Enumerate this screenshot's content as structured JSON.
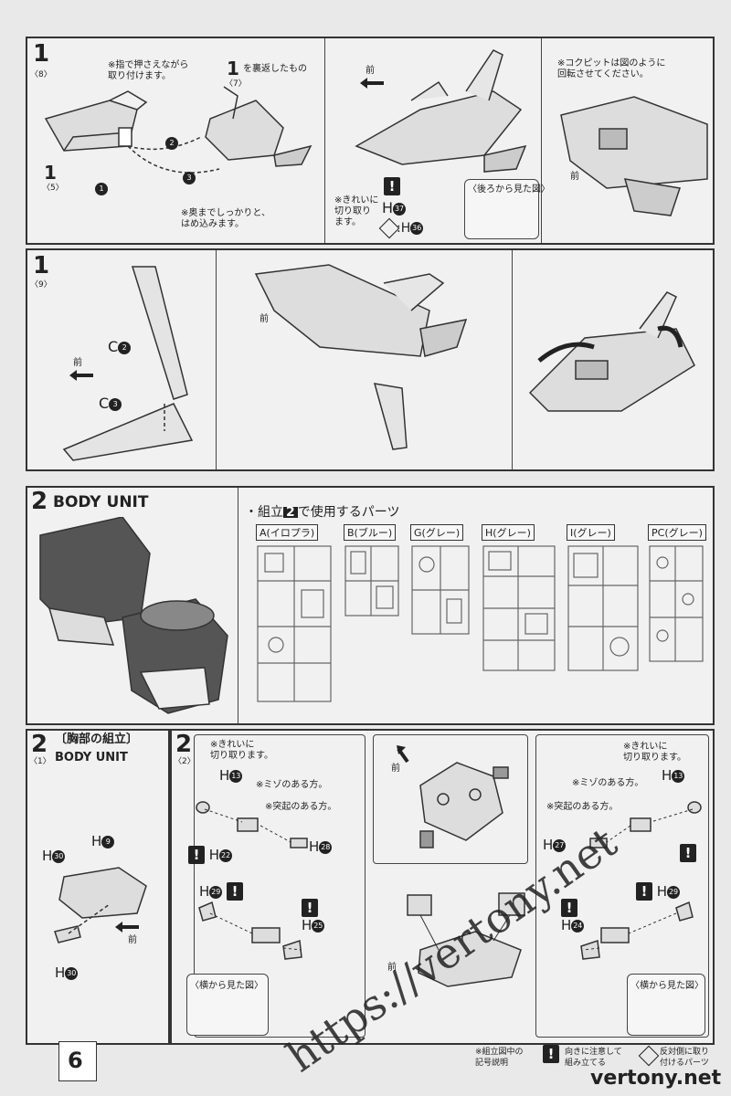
{
  "step1a": {
    "num": "1",
    "sub": "〈8〉",
    "note_hold": "※指で押さえながら\n取り付けます。",
    "ref_num": "1",
    "ref_sub": "〈7〉",
    "ref_text": "を裏返したもの",
    "left_num": "1",
    "left_sub": "〈5〉",
    "seq": [
      "1",
      "2",
      "3"
    ],
    "note_push": "※奥までしっかりと、\nはめ込みます。",
    "mae": "前",
    "note_cut": "※きれいに\n切り取り\nます。",
    "part_h37": "H",
    "part_h37_num": "37",
    "part_h36": ":H",
    "part_h36_num": "36",
    "rear_view": "〈後ろから見た図〉",
    "note_cockpit": "※コクピットは図のように\n回転させてください。",
    "mae2": "前"
  },
  "step1b": {
    "num": "1",
    "sub": "〈9〉",
    "c2": "C",
    "c2_num": "2",
    "c3": "C",
    "c3_num": "3",
    "mae": "前",
    "mae2": "前"
  },
  "step2": {
    "num": "2",
    "title": "BODY UNIT",
    "parts_heading_pre": "・組立",
    "parts_heading_num": "2",
    "parts_heading_post": "で使用するパーツ",
    "sprues": [
      {
        "label": "A(イロプラ)"
      },
      {
        "label": "B(ブルー)"
      },
      {
        "label": "G(グレー)"
      },
      {
        "label": "H(グレー)"
      },
      {
        "label": "I(グレー)"
      },
      {
        "label": "PC(グレー)"
      }
    ]
  },
  "step21": {
    "num": "2",
    "sub": "〈1〉",
    "title": "〔胸部の組立〕",
    "subtitle": "BODY UNIT",
    "parts": [
      {
        "label": "H",
        "num": "30"
      },
      {
        "label": "H",
        "num": "9"
      },
      {
        "label": "H",
        "num": "30"
      }
    ],
    "mae": "前"
  },
  "step22": {
    "num": "2",
    "sub": "〈2〉",
    "left": {
      "note_cut": "※きれいに\n切り取ります。",
      "h13": "13",
      "note_groove": "※ミゾのある方。",
      "note_bump": "※突起のある方。",
      "h22": "22",
      "h28": "28",
      "h29": "29",
      "h25": "25",
      "side_view": "〈横から見た図〉"
    },
    "center": {
      "mae": "前",
      "mae2": "前"
    },
    "right": {
      "note_cut": "※きれいに\n切り取ります。",
      "h13": "13",
      "note_groove": "※ミゾのある方。",
      "note_bump": "※突起のある方。",
      "h27": "27",
      "h29": "29",
      "h24": "24",
      "side_view": "〈横から見た図〉"
    }
  },
  "footer": {
    "page": "6",
    "legend_label": "※組立図中の\n記号説明",
    "legend1": "向きに注意して\n組み立てる",
    "legend2": "反対側に取り\n付けるパーツ",
    "site": "vertony.net"
  },
  "watermark": "https://vertony.net"
}
